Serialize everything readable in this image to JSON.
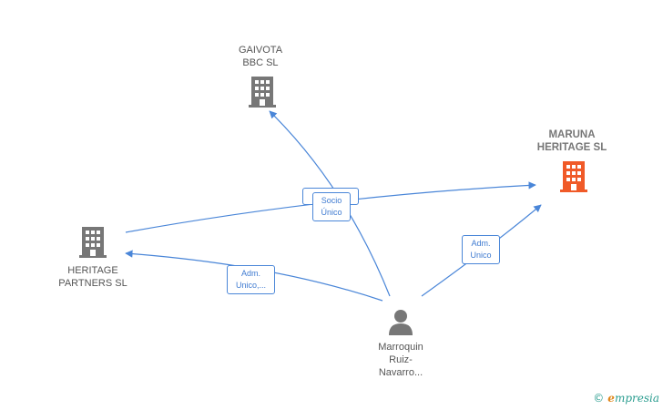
{
  "nodes": {
    "gaivota": {
      "label": "GAIVOTA\nBBC SL",
      "icon": "building-icon",
      "color": "#777777"
    },
    "maruna": {
      "label": "MARUNA\nHERITAGE SL",
      "icon": "building-icon",
      "color": "#f05a28"
    },
    "heritage": {
      "label": "HERITAGE\nPARTNERS SL",
      "icon": "building-icon",
      "color": "#777777"
    },
    "person": {
      "label": "Marroquin\nRuiz-\nNavarro...",
      "icon": "person-icon",
      "color": "#777777"
    }
  },
  "edges": {
    "socio_unico": "Socio\nÚnico",
    "adm_unico": "Adm.\nUnico",
    "adm_unico_heritage": "Adm.\nUnico,..."
  },
  "footer": {
    "copyright": "©",
    "brand_e": "e",
    "brand_rest": "mpresia"
  },
  "colors": {
    "edge": "#4a86d8"
  }
}
